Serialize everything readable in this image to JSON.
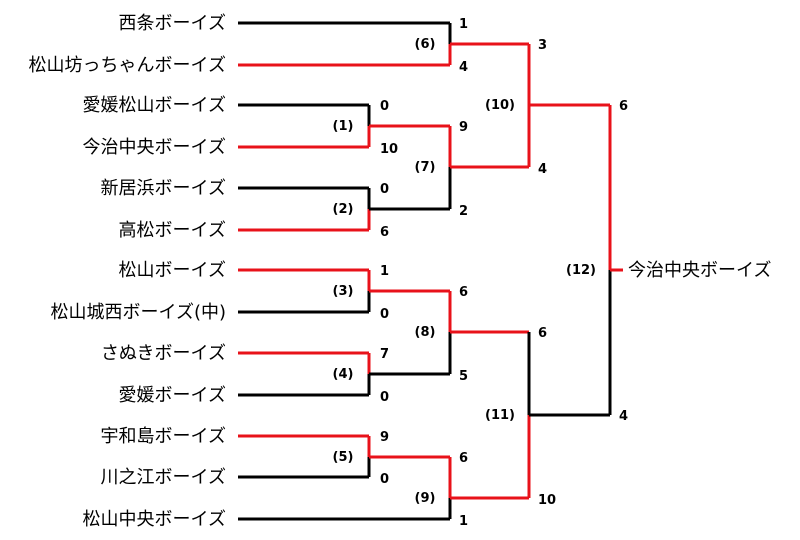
{
  "colors": {
    "win": "#e8121a",
    "lose": "#000000"
  },
  "teams": [
    "西条ボーイズ",
    "松山坊っちゃんボーイズ",
    "愛媛松山ボーイズ",
    "今治中央ボーイズ",
    "新居浜ボーイズ",
    "高松ボーイズ",
    "松山ボーイズ",
    "松山城西ボーイズ(中)",
    "さぬきボーイズ",
    "愛媛ボーイズ",
    "宇和島ボーイズ",
    "川之江ボーイズ",
    "松山中央ボーイズ"
  ],
  "champion": "今治中央ボーイズ",
  "games": {
    "g1": {
      "label": "(1)",
      "top_score": "0",
      "bottom_score": "10"
    },
    "g2": {
      "label": "(2)",
      "top_score": "0",
      "bottom_score": "6"
    },
    "g3": {
      "label": "(3)",
      "top_score": "1",
      "bottom_score": "0"
    },
    "g4": {
      "label": "(4)",
      "top_score": "7",
      "bottom_score": "0"
    },
    "g5": {
      "label": "(5)",
      "top_score": "9",
      "bottom_score": "0"
    },
    "g6": {
      "label": "(6)",
      "top_score": "1",
      "bottom_score": "4"
    },
    "g7": {
      "label": "(7)",
      "top_score": "9",
      "bottom_score": "2"
    },
    "g8": {
      "label": "(8)",
      "top_score": "6",
      "bottom_score": "5"
    },
    "g9": {
      "label": "(9)",
      "top_score": "6",
      "bottom_score": "1"
    },
    "g10": {
      "label": "(10)",
      "top_score": "3",
      "bottom_score": "4"
    },
    "g11": {
      "label": "(11)",
      "top_score": "6",
      "bottom_score": "10"
    },
    "g12": {
      "label": "(12)",
      "top_score": "6",
      "bottom_score": "4"
    }
  }
}
